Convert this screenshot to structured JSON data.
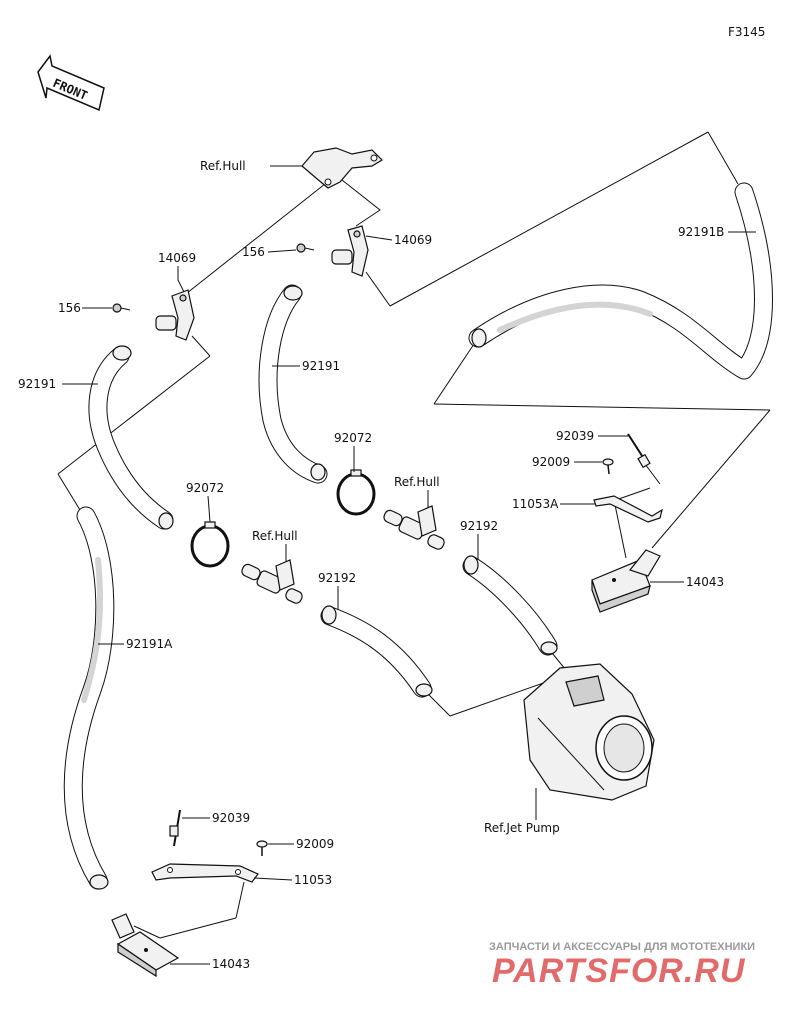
{
  "figure_code": "F3145",
  "front_marker": "FRONT",
  "callouts": {
    "ref_hull_top": "Ref.Hull",
    "ref_hull_left": "Ref.Hull",
    "ref_hull_right": "Ref.Hull",
    "ref_jet_pump": "Ref.Jet Pump",
    "p14069_left": "14069",
    "p14069_right": "14069",
    "p156_left": "156",
    "p156_right": "156",
    "p92191_left": "92191",
    "p92191_center": "92191",
    "p92191B": "92191B",
    "p92191A": "92191A",
    "p92072_left": "92072",
    "p92072_right": "92072",
    "p92192_left": "92192",
    "p92192_right": "92192",
    "p92039_top": "92039",
    "p92009_top": "92009",
    "p11053A": "11053A",
    "p14043_right": "14043",
    "p92039_bottom": "92039",
    "p92009_bottom": "92009",
    "p11053": "11053",
    "p14043_bottom": "14043"
  },
  "watermark": {
    "tagline": "ЗАПЧАСТИ И АКСЕССУАРЫ ДЛЯ МОТОТЕХНИКИ",
    "brand": "PARTSFOR.RU"
  },
  "colors": {
    "line": "#111111",
    "watermark_red": "#e26a6a",
    "watermark_grey": "#9a9a9a"
  }
}
